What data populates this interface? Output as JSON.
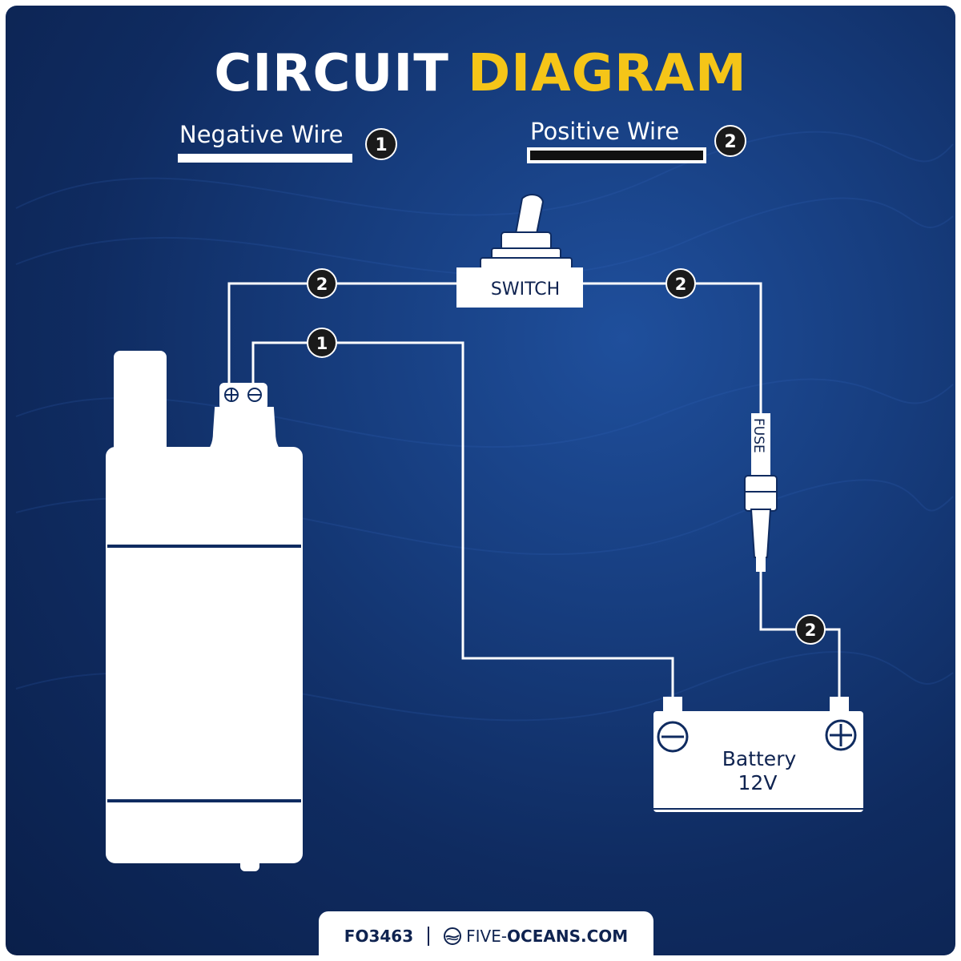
{
  "title": {
    "part1": "CIRCUIT",
    "part2": "DIAGRAM"
  },
  "legend": {
    "negative": {
      "label": "Negative Wire",
      "number": "1"
    },
    "positive": {
      "label": "Positive Wire",
      "number": "2"
    }
  },
  "components": {
    "switch_label": "SWITCH",
    "fuse_label": "FUSE",
    "battery_label_line1": "Battery",
    "battery_label_line2": "12V"
  },
  "wire_badges": {
    "pump_to_switch": "2",
    "switch_to_fuse": "2",
    "pump_to_battery_negative": "1",
    "fuse_to_battery_positive": "2"
  },
  "colors": {
    "background": "#173e80",
    "title_accent": "#f5c518",
    "outline": "#ffffff",
    "badge": "#1a1a1a"
  },
  "footer": {
    "code": "FO3463",
    "brand_prefix": "FIVE-",
    "brand_name": "OCEANS.COM"
  }
}
